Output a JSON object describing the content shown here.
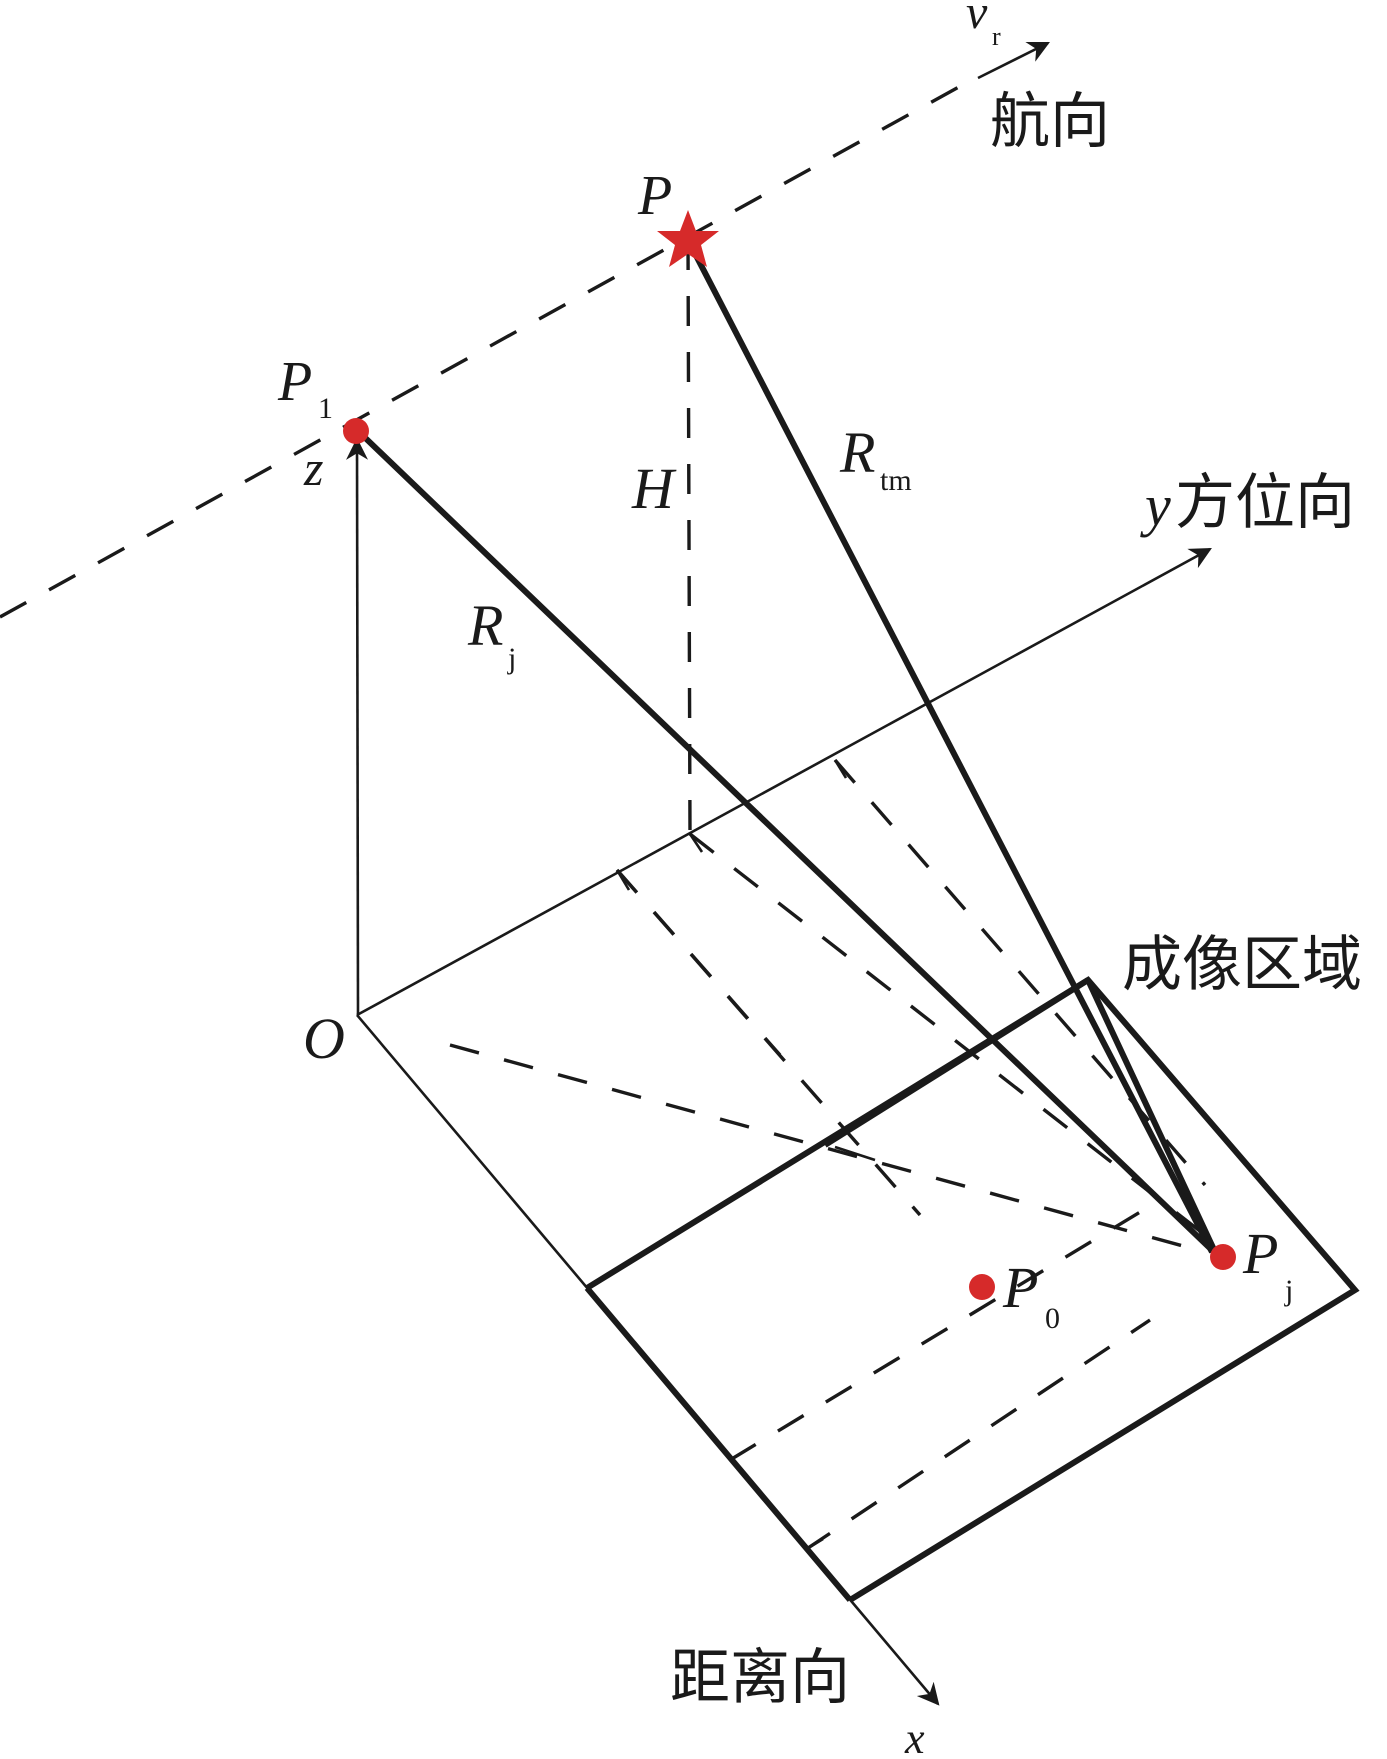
{
  "labels": {
    "velocity": "v",
    "velocity_sub": "r",
    "flight_direction": "航向",
    "radar": "P",
    "p1": "P",
    "p1_sub": "1",
    "z_axis": "z",
    "height": "H",
    "r_tm": "R",
    "r_tm_sub": "tm",
    "y_axis_var": "y",
    "y_axis_text": "方位向",
    "r_j": "R",
    "r_j_sub": "j",
    "imaging_area": "成像区域",
    "origin": "O",
    "p0": "P",
    "p0_sub": "0",
    "pj": "P",
    "pj_sub": "j",
    "range_direction": "距离向",
    "x_axis": "x"
  },
  "colors": {
    "line": "#1a1a1a",
    "point": "#d62a2a"
  }
}
